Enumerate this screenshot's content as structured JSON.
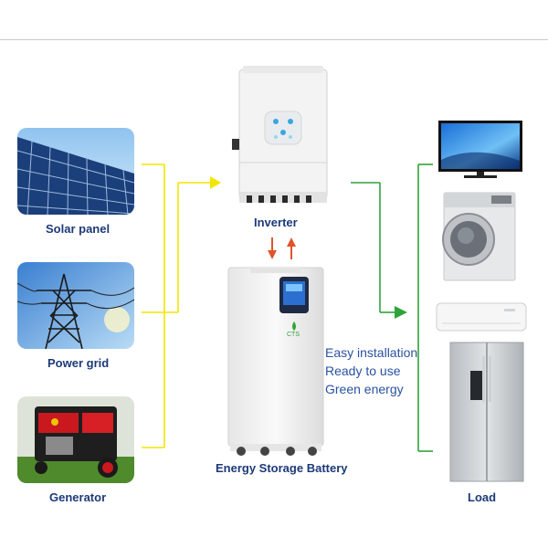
{
  "sources": [
    {
      "label": "Solar panel"
    },
    {
      "label": "Power grid"
    },
    {
      "label": "Generator"
    }
  ],
  "inverter": {
    "label": "Inverter"
  },
  "battery": {
    "label": "Energy Storage Battery",
    "brand": "CTS"
  },
  "load": {
    "label": "Load"
  },
  "features": [
    "Easy installation",
    "Ready to use",
    "Green energy"
  ],
  "colors": {
    "source_lines": "#f2e600",
    "load_lines": "#2fa33a",
    "arrow_down": "#e0542a",
    "arrow_up": "#e0542a",
    "label_text": "#1d3a78",
    "feature_text": "#2a52a0"
  }
}
